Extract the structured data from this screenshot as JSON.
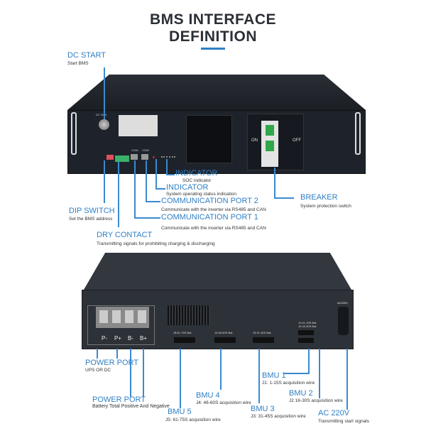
{
  "title": {
    "line1": "BMS INTERFACE",
    "line2": "DEFINITION"
  },
  "accent_color": "#2f7fc4",
  "front": {
    "device_labels": {
      "dc_start": "DC Start",
      "com1": "COM1",
      "com2": "COM2",
      "on": "ON",
      "off": "OFF"
    },
    "callouts": [
      {
        "label": "DC START",
        "sub": "Start BMS"
      },
      {
        "label": "DIP SWITCH",
        "sub": "Set the BMS address"
      },
      {
        "label": "DRY CONTACT",
        "sub": "Transmitting signals for prohibiting charging & discharging"
      },
      {
        "label": "COMMUNICATION PORT 1",
        "sub": "Communicate with the inverter via RS485 and CAN"
      },
      {
        "label": "COMMUNICATION PORT 2",
        "sub": "Communicate with the inverter via RS485 and CAN"
      },
      {
        "label": "INDICATOR",
        "sub": "System operating status indication"
      },
      {
        "label": "INDICATOR",
        "sub": "SOC indicator"
      },
      {
        "label": "BREAKER",
        "sub": "System protection switch"
      }
    ]
  },
  "back": {
    "terminals": [
      "P-",
      "P+",
      "B-",
      "B+"
    ],
    "connectors": [
      "J5:61-75S Bat.",
      "J4:46-60S Bat.",
      "J3:31-45S Bat.",
      "J1:01-15S Bat.",
      "J2:16-30S Bat."
    ],
    "ac_label": "AC220V",
    "callouts": [
      {
        "label": "POWER PORT",
        "sub": "UPS OR DC"
      },
      {
        "label": "POWER PORT",
        "sub": "Battery Total Positive And Negative"
      },
      {
        "label": "BMU 5",
        "sub": "J5: 61-75S acquisition wire"
      },
      {
        "label": "BMU 4",
        "sub": "J4: 46-60S acquisition wire"
      },
      {
        "label": "BMU 3",
        "sub": "J3: 31-45S acquisition wire"
      },
      {
        "label": "BMU 1",
        "sub": "J1: 1-15S acquisition wire"
      },
      {
        "label": "BMU 2",
        "sub": "J2 16-30S acquisition wire"
      },
      {
        "label": "AC 220V",
        "sub": "Transmitting start signals"
      }
    ]
  }
}
